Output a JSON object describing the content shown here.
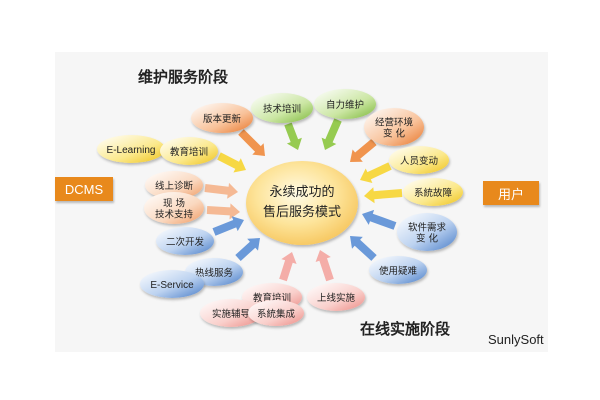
{
  "labels": {
    "maintenance_stage": "维护服务阶段",
    "online_stage": "在线实施阶段",
    "brand": "SunlySoft"
  },
  "left_box": "DCMS",
  "right_box": "用户",
  "center": [
    "永续成功的",
    "售后服务模式"
  ],
  "nodes": [
    {
      "id": "version-update",
      "lines": [
        "版本更新"
      ],
      "color": "orange"
    },
    {
      "id": "tech-training",
      "lines": [
        "技术培训"
      ],
      "color": "green"
    },
    {
      "id": "self-maintenance",
      "lines": [
        "自力维护"
      ],
      "color": "green"
    },
    {
      "id": "business-env-change",
      "lines": [
        "经营环境",
        "变 化"
      ],
      "color": "orange"
    },
    {
      "id": "e-learning",
      "lines": [
        "E-Learning"
      ],
      "color": "yellow"
    },
    {
      "id": "education-training-top",
      "lines": [
        "教育培训"
      ],
      "color": "yellow"
    },
    {
      "id": "personnel-change",
      "lines": [
        "人员变动"
      ],
      "color": "yellow"
    },
    {
      "id": "online-diagnosis",
      "lines": [
        "线上诊断"
      ],
      "color": "peach"
    },
    {
      "id": "system-failure",
      "lines": [
        "系統故障"
      ],
      "color": "yellow"
    },
    {
      "id": "onsite-support",
      "lines": [
        "现  场",
        "技术支持"
      ],
      "color": "peach"
    },
    {
      "id": "software-req-change",
      "lines": [
        "软件需求",
        "变  化"
      ],
      "color": "blue"
    },
    {
      "id": "secondary-dev",
      "lines": [
        "二次开发"
      ],
      "color": "blue"
    },
    {
      "id": "usage-questions",
      "lines": [
        "使用疑难"
      ],
      "color": "blue"
    },
    {
      "id": "hotline-service",
      "lines": [
        "热线服务"
      ],
      "color": "blue"
    },
    {
      "id": "e-service",
      "lines": [
        "E-Service"
      ],
      "color": "blue"
    },
    {
      "id": "education-training-bottom",
      "lines": [
        "教育培训"
      ],
      "color": "pink"
    },
    {
      "id": "go-live",
      "lines": [
        "上线实施"
      ],
      "color": "pink"
    },
    {
      "id": "implementation-guidance",
      "lines": [
        "实施辅导"
      ],
      "color": "pink"
    },
    {
      "id": "system-integration",
      "lines": [
        "系統集成"
      ],
      "color": "pink"
    }
  ],
  "colors": {
    "orange": "#f08a3c",
    "green": "#8cc63f",
    "yellow": "#f7d531",
    "blue": "#5b8fd6",
    "pink": "#f4a5a0",
    "peach": "#f5b38a",
    "center": "#fbd77b",
    "side_box": "#e8891c",
    "panel": "#f5f5f5"
  }
}
